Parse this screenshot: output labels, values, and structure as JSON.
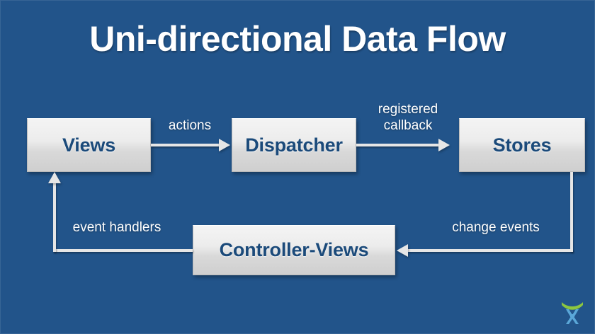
{
  "slide": {
    "title": "Uni-directional Data Flow",
    "background_color": "#22548a",
    "title_color": "#ffffff"
  },
  "nodes": [
    {
      "id": "views",
      "label": "Views"
    },
    {
      "id": "dispatcher",
      "label": "Dispatcher"
    },
    {
      "id": "stores",
      "label": "Stores"
    },
    {
      "id": "controller-views",
      "label": "Controller-Views"
    }
  ],
  "edges": [
    {
      "id": "actions",
      "label": "actions",
      "from": "views",
      "to": "dispatcher"
    },
    {
      "id": "registered-callback",
      "label": "registered\ncallback",
      "from": "dispatcher",
      "to": "stores"
    },
    {
      "id": "change-events",
      "label": "change events",
      "from": "stores",
      "to": "controller-views"
    },
    {
      "id": "event-handlers",
      "label": "event handlers",
      "from": "controller-views",
      "to": "views"
    }
  ],
  "theme": {
    "node_text_color": "#1b4a7a",
    "node_fill_top": "#f4f4f4",
    "node_fill_bottom": "#cfcfcf",
    "connector_color": "#e6e6e6"
  },
  "logo": {
    "name": "branding-logo",
    "arc_color": "#8cc63f",
    "mark_color": "#5aa7d8"
  }
}
